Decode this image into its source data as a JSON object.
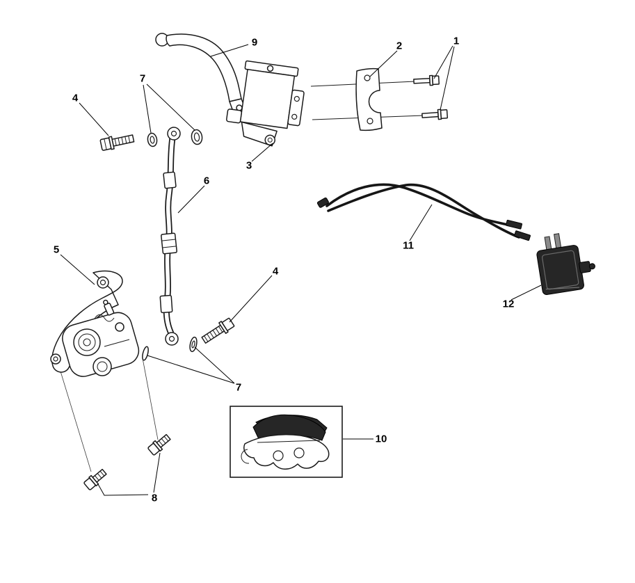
{
  "figure": {
    "background": "#ffffff",
    "line_color": "#1a1a1a",
    "dark_fill": "#262626",
    "label_color": "#000000"
  },
  "callouts": [
    {
      "text": "9",
      "part": "brake-lever"
    },
    {
      "text": "2",
      "part": "handlebar-clamp"
    },
    {
      "text": "1",
      "part": "clamp-bolts"
    },
    {
      "text": "7",
      "part": "sealing-washers-upper"
    },
    {
      "text": "4",
      "part": "banjo-bolt-upper"
    },
    {
      "text": "3",
      "part": "master-cylinder"
    },
    {
      "text": "6",
      "part": "brake-hose"
    },
    {
      "text": "11",
      "part": "brake-switch-wire"
    },
    {
      "text": "5",
      "part": "brake-caliper"
    },
    {
      "text": "4",
      "part": "banjo-bolt-lower"
    },
    {
      "text": "12",
      "part": "brake-light-switch"
    },
    {
      "text": "7",
      "part": "sealing-washers-lower"
    },
    {
      "text": "10",
      "part": "brake-pads"
    },
    {
      "text": "8",
      "part": "caliper-mount-bolts"
    }
  ]
}
